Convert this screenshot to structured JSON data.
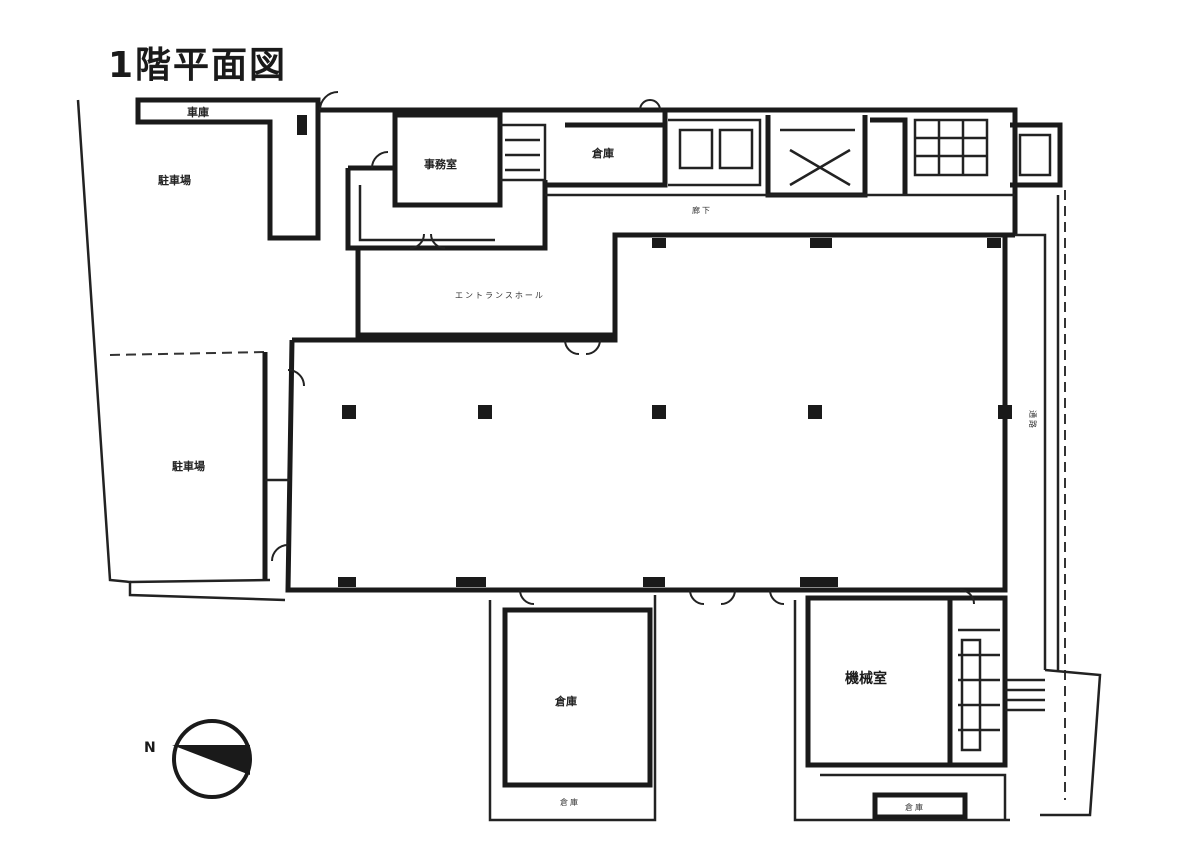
{
  "title": "1階平面図",
  "north_label": "N",
  "room_labels": {
    "top_left_strip": "車庫",
    "west_upper": "駐車場",
    "west_lower": "駐車場",
    "upper_small_room": "事務室",
    "upper_mid_room": "倉庫",
    "corridor": "廊下",
    "upper_hall": "エントランスホール",
    "bottom_room": "倉庫",
    "bottom_room_sub": "倉庫",
    "bottom_right_room": "機械室",
    "bottom_right_sub": "倉庫",
    "east_strip": "通路"
  },
  "colors": {
    "ink": "#1a1a1a",
    "paper": "#ffffff"
  }
}
